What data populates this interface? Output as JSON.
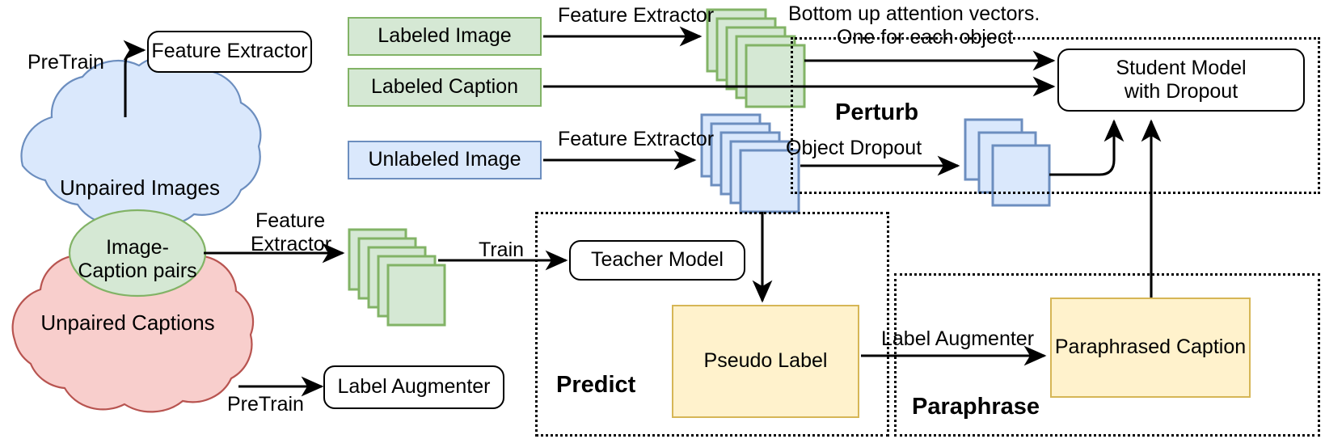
{
  "diagram": {
    "title": "Semi-supervised image captioning pipeline",
    "colors": {
      "green_fill": "#d5e8d4",
      "green_stroke": "#82b366",
      "blue_fill": "#dae8fc",
      "blue_stroke": "#6c8ebf",
      "yellow_fill": "#fff2cc",
      "yellow_stroke": "#d6b656",
      "red_fill": "#f8cecc",
      "red_stroke": "#b85450",
      "line": "#000000"
    },
    "clouds": [
      {
        "id": "unpaired-images",
        "label": "Unpaired Images",
        "fill": "#dae8fc",
        "stroke": "#6c8ebf"
      },
      {
        "id": "unpaired-captions",
        "label": "Unpaired Captions",
        "fill": "#f8cecc",
        "stroke": "#b85450"
      }
    ],
    "ellipse": {
      "id": "image-caption-pairs",
      "line1": "Image-",
      "line2": "Caption pairs",
      "fill": "#d5e8d4",
      "stroke": "#82b366"
    },
    "nodes": {
      "feature_extractor_pretrain": "Feature Extractor",
      "label_augmenter_pretrain": "Label Augmenter",
      "labeled_image": "Labeled Image",
      "labeled_caption": "Labeled Caption",
      "unlabeled_image": "Unlabeled Image",
      "student_model_line1": "Student Model",
      "student_model_line2": "with Dropout",
      "teacher_model": "Teacher Model",
      "pseudo_label": "Pseudo Label",
      "paraphrased_caption": "Paraphrased Caption"
    },
    "edge_labels": {
      "pretrain_images": "PreTrain",
      "pretrain_captions": "PreTrain",
      "feature_extractor_top": "Feature Extractor",
      "feature_extractor_mid": "Feature Extractor",
      "feature_extractor_pairs_line1": "Feature",
      "feature_extractor_pairs_line2": "Extractor",
      "train": "Train",
      "object_dropout": "Object Dropout",
      "label_augmenter": "Label Augmenter"
    },
    "annotations": {
      "attention_line1": "Bottom up attention vectors.",
      "attention_line2": "One for each object"
    },
    "groups": [
      {
        "id": "perturb",
        "label": "Perturb"
      },
      {
        "id": "predict",
        "label": "Predict"
      },
      {
        "id": "paraphrase",
        "label": "Paraphrase"
      }
    ],
    "card_stacks": [
      {
        "id": "green-features-top",
        "count": 5,
        "color": "green"
      },
      {
        "id": "blue-features",
        "count": 5,
        "color": "blue"
      },
      {
        "id": "blue-features-dropped",
        "count": 3,
        "color": "blue"
      },
      {
        "id": "green-features-pairs",
        "count": 5,
        "color": "green"
      }
    ]
  }
}
